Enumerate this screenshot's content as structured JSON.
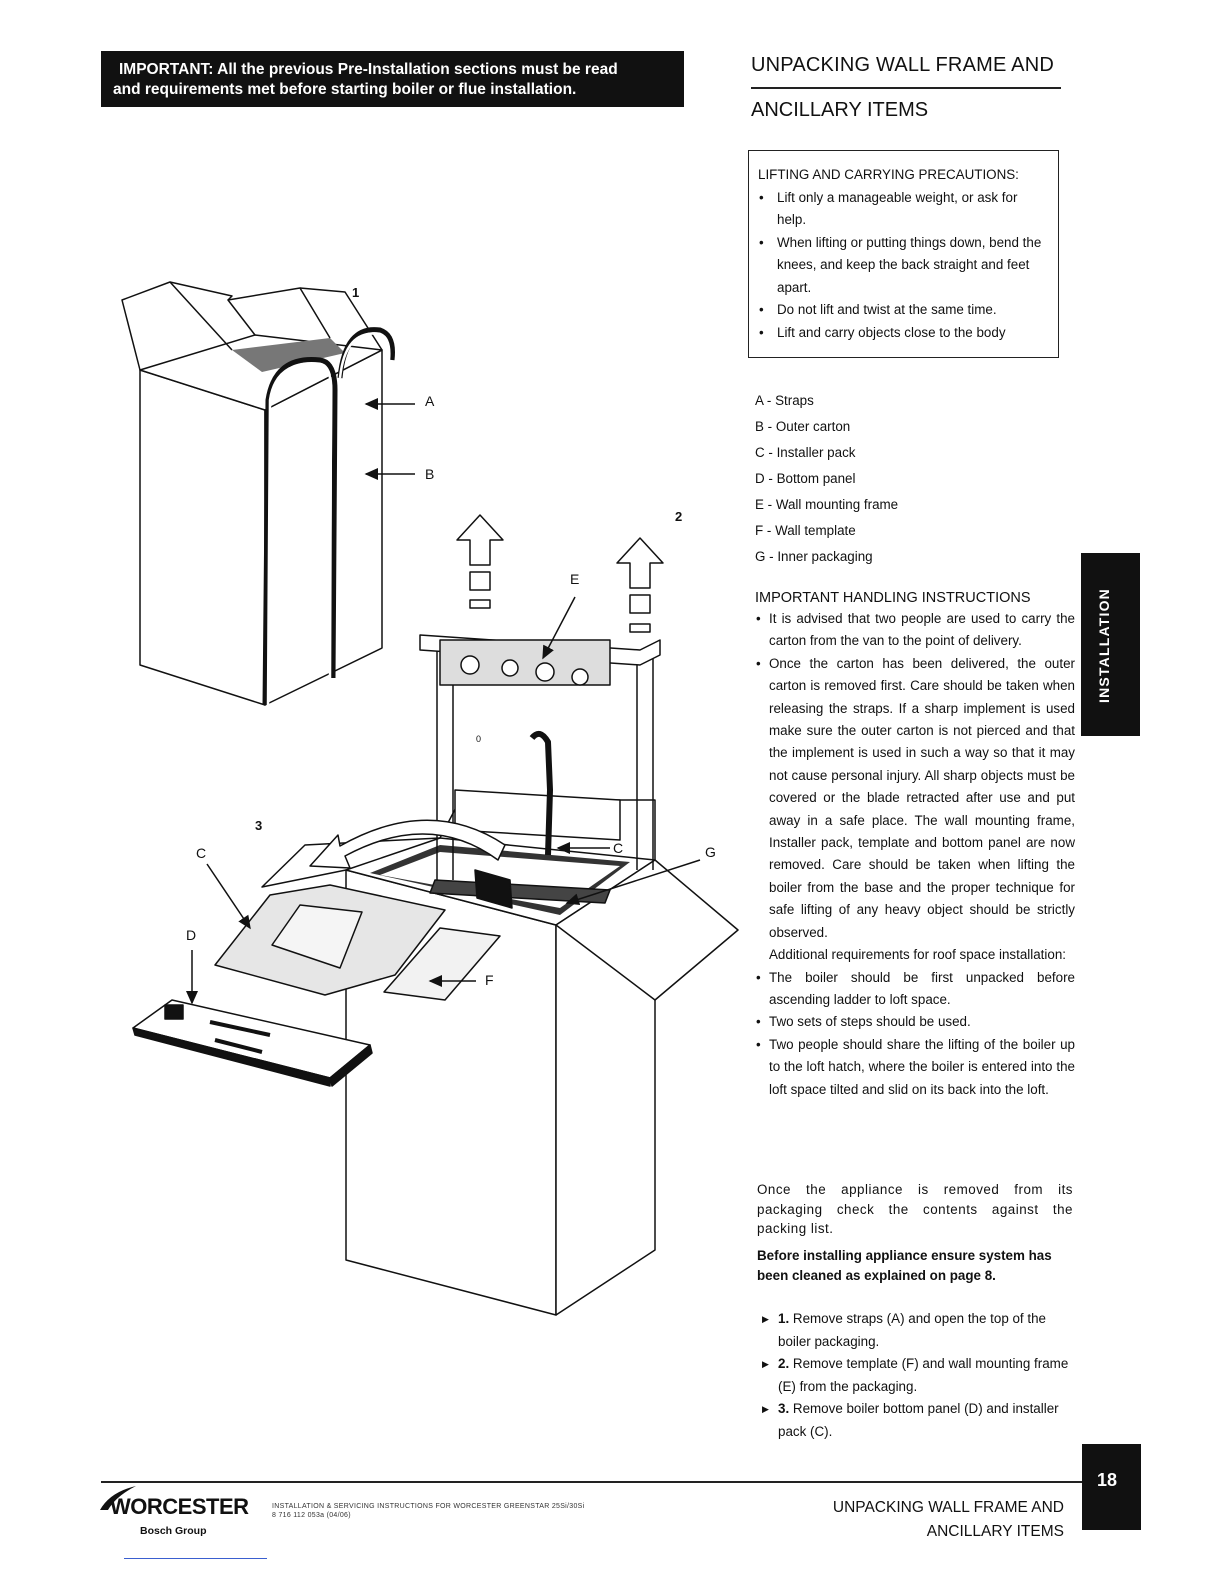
{
  "important": {
    "line1": "IMPORTANT: All the previous Pre-Installation sections must be read",
    "line2": "and requirements met before starting boiler or flue installation."
  },
  "heading": {
    "line1": "UNPACKING WALL FRAME AND",
    "line2": "ANCILLARY ITEMS"
  },
  "lifting": {
    "title": "LIFTING AND CARRYING PRECAUTIONS:",
    "items": [
      "Lift only a manageable weight, or ask for help.",
      "When lifting or putting things down, bend the knees, and keep the back straight and feet apart.",
      "Do not lift and twist at the same time.",
      "Lift and carry objects close to the body"
    ]
  },
  "legend": [
    "A - Straps",
    "B - Outer carton",
    "C - Installer pack",
    "D - Bottom panel",
    "E - Wall mounting frame",
    "F - Wall template",
    "G - Inner packaging"
  ],
  "handling": {
    "title": "IMPORTANT HANDLING INSTRUCTIONS",
    "item1": "It is advised that two people are used to carry the carton from the van to the point of delivery.",
    "item2": "Once the carton has been delivered, the outer carton is removed first. Care should be taken when releasing the straps. If a sharp implement is used make sure the outer carton is not pierced and that the implement is used in such a way so that it may not cause personal injury. All sharp objects must be covered or the blade retracted after use and put away in a safe place. The wall mounting frame, Installer pack, template and bottom panel are now removed. Care should be taken when lifting the boiler from the base and the proper technique for safe lifting of any heavy object should be strictly observed.",
    "roof_intro": "Additional requirements for roof space installation:",
    "roof_items": [
      "The boiler should be first unpacked before ascending ladder to loft space.",
      "Two sets of steps should be used.",
      "Two people should share the lifting of the boiler up to the loft hatch, where the boiler is entered into the loft space tilted and slid on its back into the loft."
    ]
  },
  "once_text": "Once the appliance is removed from its packaging check the contents against the packing list.",
  "before_text": "Before installing appliance ensure system has been cleaned as explained on page 8.",
  "steps": [
    {
      "num": "1.",
      "text": "Remove straps (A) and open the top of the boiler packaging."
    },
    {
      "num": "2.",
      "text": "Remove template (F) and wall mounting frame (E) from the packaging."
    },
    {
      "num": "3.",
      "text": "Remove boiler bottom panel (D) and installer pack (C)."
    }
  ],
  "side_tab": "INSTALLATION",
  "figure": {
    "label_1": "1",
    "label_2": "2",
    "label_3": "3",
    "label_A": "A",
    "label_B": "B",
    "label_C1": "C",
    "label_C2": "C",
    "label_D": "D",
    "label_E": "E",
    "label_F": "F",
    "label_G": "G",
    "frame_mark": "0"
  },
  "footer": {
    "brand": "WORCESTER",
    "group": "Bosch Group",
    "doc_line1": "INSTALLATION & SERVICING INSTRUCTIONS FOR WORCESTER GREENSTAR 25Si/30Si",
    "doc_line2": "8 716 112 053a (04/06)",
    "title_line1": "UNPACKING WALL FRAME AND",
    "title_line2": "ANCILLARY ITEMS",
    "page_number": "18"
  }
}
